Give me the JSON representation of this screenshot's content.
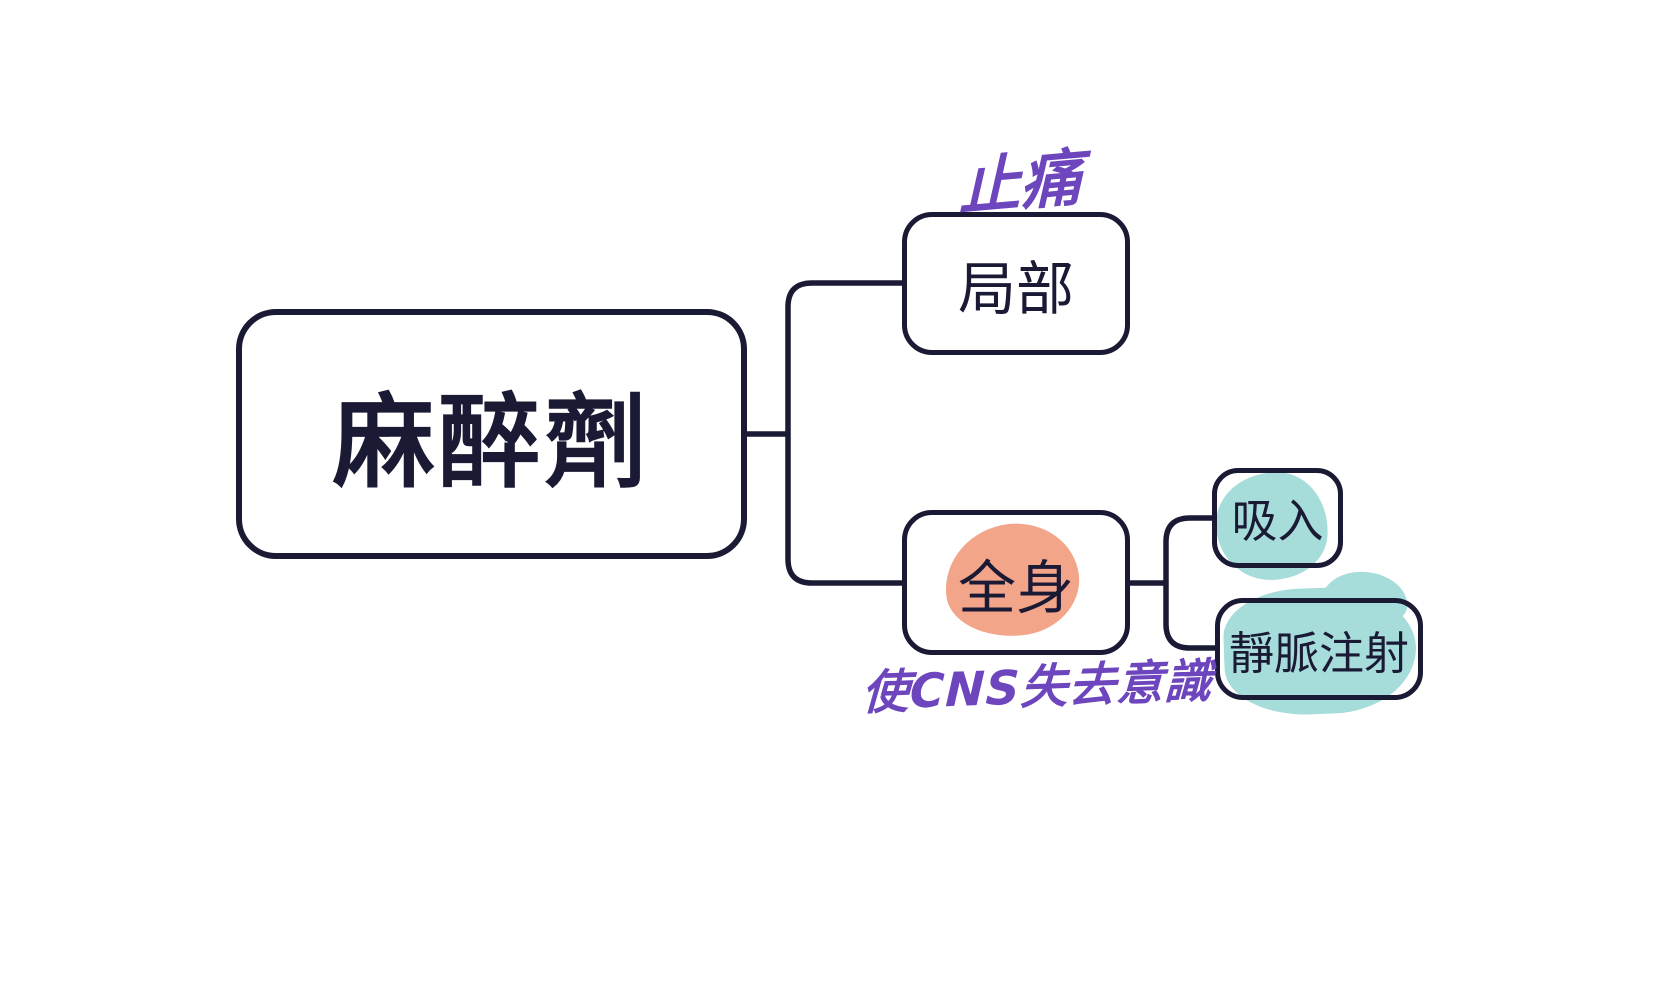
{
  "diagram": {
    "type": "mindmap",
    "root": {
      "label": "麻醉劑"
    },
    "branches": {
      "local": {
        "label": "局部",
        "annotation": "止痛"
      },
      "general": {
        "label": "全身",
        "annotation": "使CNS失去意識",
        "children": {
          "inhalation": {
            "label": "吸入"
          },
          "intravenous": {
            "label": "靜脈注射"
          }
        }
      }
    },
    "colors": {
      "ink": "#1a1a35",
      "salmon_highlight": "#f3a58a",
      "teal_highlight": "#a6dcda",
      "annotation_purple": "#6d45bc",
      "background": "#ffffff"
    }
  }
}
